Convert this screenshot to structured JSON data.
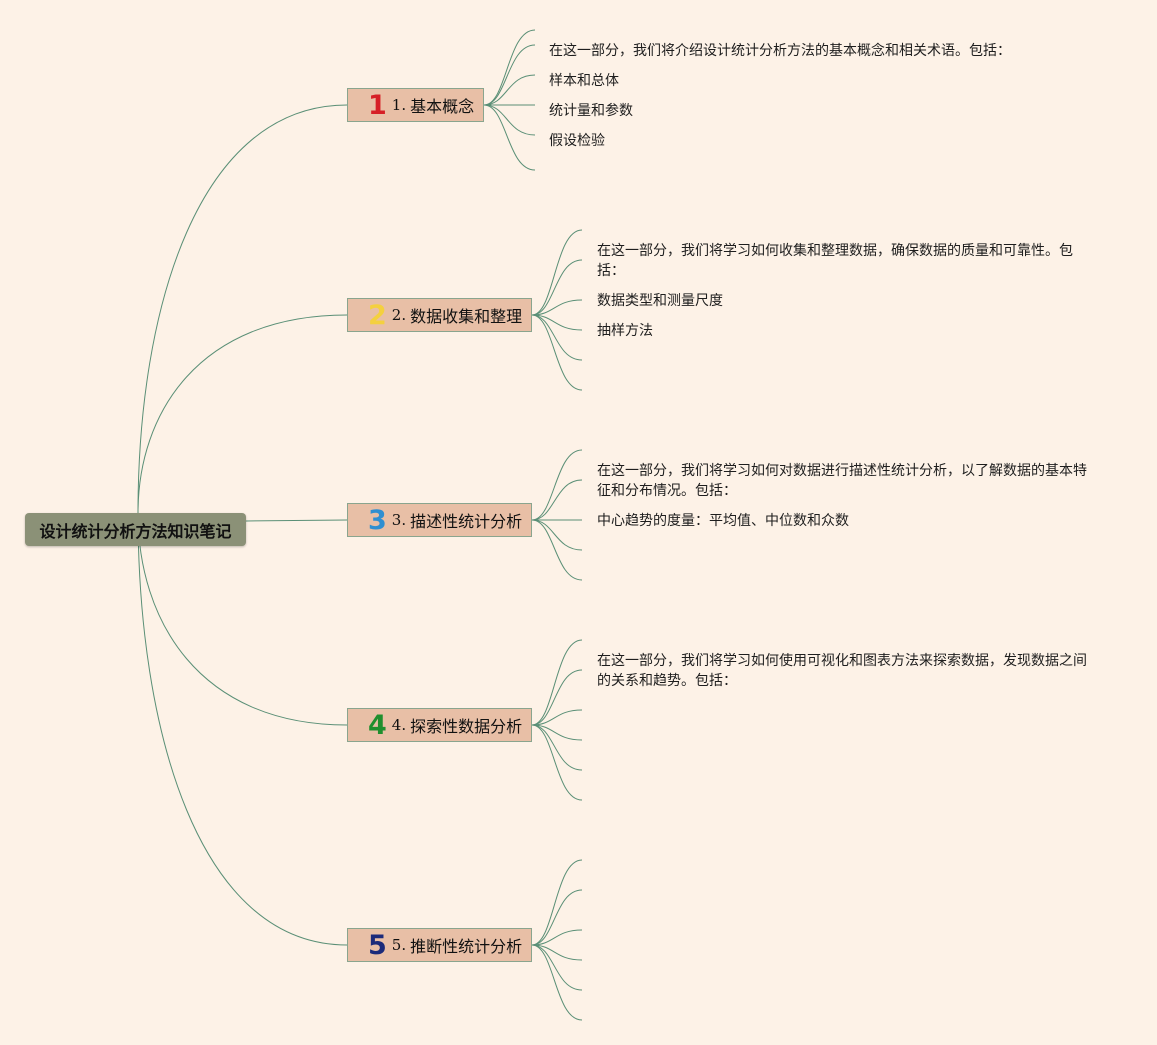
{
  "map": {
    "root": "设计统计分析方法知识笔记",
    "topics": [
      {
        "badge": "1",
        "badge_color": "#d61f26",
        "number": "1.",
        "label": "基本概念",
        "details": [
          "在这一部分，我们将介绍设计统计分析方法的基本概念和相关术语。包括：",
          "样本和总体",
          "统计量和参数",
          "假设检验"
        ]
      },
      {
        "badge": "2",
        "badge_color": "#f4d03f",
        "number": "2.",
        "label": "数据收集和整理",
        "details": [
          "在这一部分，我们将学习如何收集和整理数据，确保数据的质量和可靠性。包括：",
          "数据类型和测量尺度",
          "抽样方法"
        ]
      },
      {
        "badge": "3",
        "badge_color": "#2f8fd1",
        "number": "3.",
        "label": "描述性统计分析",
        "details": [
          "在这一部分，我们将学习如何对数据进行描述性统计分析，以了解数据的基本特征和分布情况。包括：",
          "中心趋势的度量：平均值、中位数和众数"
        ]
      },
      {
        "badge": "4",
        "badge_color": "#1f8f2e",
        "number": "4.",
        "label": "探索性数据分析",
        "details": [
          "在这一部分，我们将学习如何使用可视化和图表方法来探索数据，发现数据之间的关系和趋势。包括："
        ]
      },
      {
        "badge": "5",
        "badge_color": "#1b2a7a",
        "number": "5.",
        "label": "推断性统计分析",
        "details": []
      }
    ]
  },
  "colors": {
    "background": "#fdf2e7",
    "link": "#5a8f76",
    "root_fill": "#8b9177",
    "topic_fill": "#e8bfa6"
  }
}
